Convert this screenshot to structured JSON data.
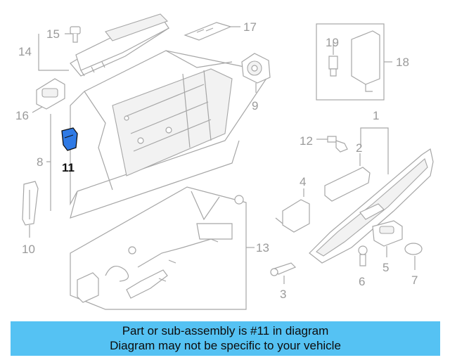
{
  "callouts": {
    "c1": "1",
    "c2": "2",
    "c3": "3",
    "c4": "4",
    "c5": "5",
    "c6": "6",
    "c7": "7",
    "c8": "8",
    "c9": "9",
    "c10": "10",
    "c11": "11",
    "c12": "12",
    "c13": "13",
    "c14": "14",
    "c15": "15",
    "c16": "16",
    "c17": "17",
    "c18": "18",
    "c19": "19"
  },
  "highlight": {
    "part_number": "11",
    "color": "#2f7ae5"
  },
  "banner": {
    "line1": "Part or sub-assembly is #11 in diagram",
    "line2": "Diagram may not be specific to your vehicle",
    "color": "#55c2f3"
  }
}
